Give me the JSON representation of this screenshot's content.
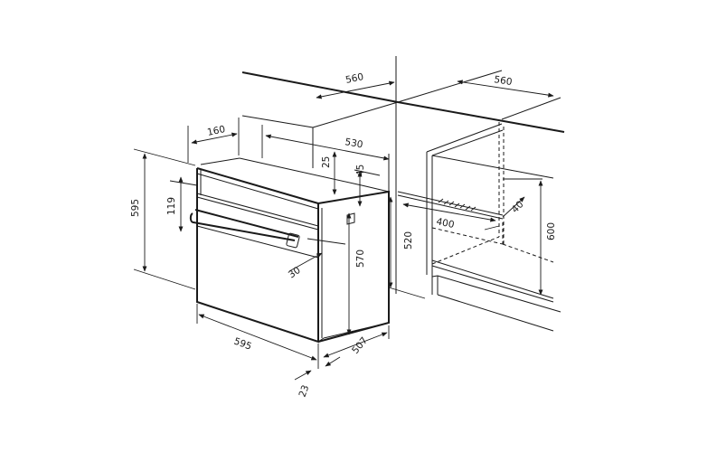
{
  "labels": {
    "d560_left": "560",
    "d560_right": "560",
    "d160": "160",
    "d530": "530",
    "d25": "25",
    "d45": "45",
    "d595_height": "595",
    "d119": "119",
    "d570": "570",
    "d520": "520",
    "d30": "30",
    "d595_width": "595",
    "d507": "507",
    "d23": "23",
    "d400": "400",
    "d40": "40",
    "d600": "600"
  }
}
